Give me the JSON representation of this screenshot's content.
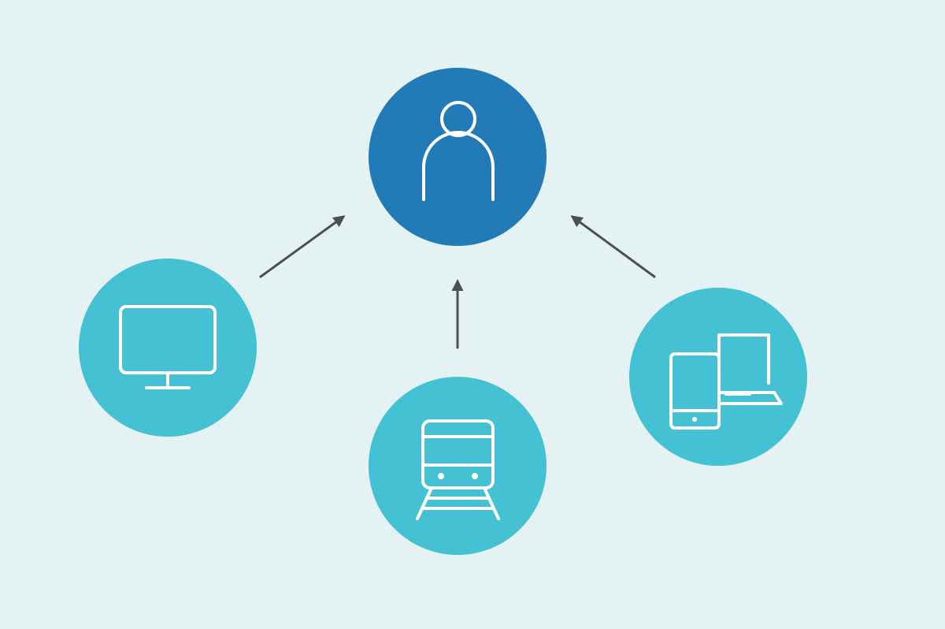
{
  "colors": {
    "background": "#e5f2f4",
    "center_node": "#227bb6",
    "device_node": "#44c1d2",
    "icon_stroke": "#ffffff",
    "arrow": "#4a4f53"
  },
  "nodes": {
    "center": {
      "icon": "person-icon"
    },
    "left": {
      "icon": "monitor-icon"
    },
    "bottom": {
      "icon": "train-icon"
    },
    "right": {
      "icon": "tablet-laptop-icon"
    }
  },
  "connections": [
    {
      "from": "left",
      "to": "center"
    },
    {
      "from": "bottom",
      "to": "center"
    },
    {
      "from": "right",
      "to": "center"
    }
  ]
}
